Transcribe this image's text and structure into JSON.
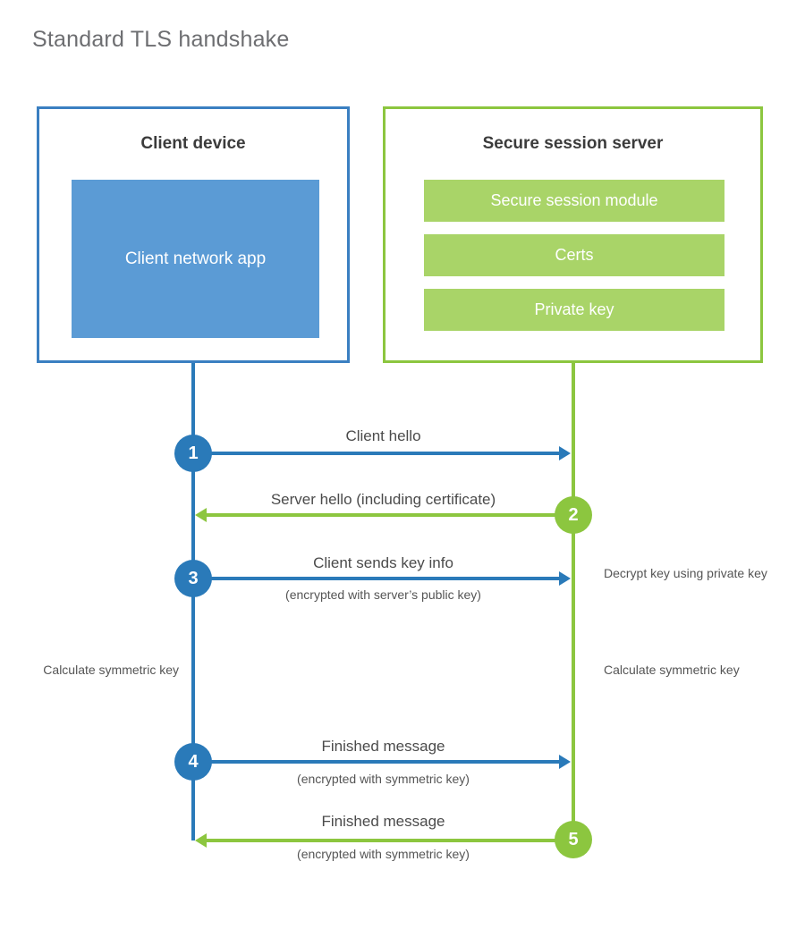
{
  "title": "Standard TLS handshake",
  "colors": {
    "client_accent": "#2a7ab9",
    "client_border": "#3a7fc1",
    "client_fill": "#5b9bd5",
    "server_accent": "#8cc63f",
    "server_fill": "#a9d468",
    "title_text": "#6d6e71",
    "body_text": "#4b4b4b",
    "background": "#ffffff"
  },
  "client": {
    "title": "Client device",
    "app_label": "Client network app"
  },
  "server": {
    "title": "Secure session server",
    "components": [
      {
        "label": "Secure session module"
      },
      {
        "label": "Certs"
      },
      {
        "label": "Private key"
      }
    ]
  },
  "steps": [
    {
      "number": "1",
      "direction": "client-to-server",
      "label": "Client hello",
      "sublabel": ""
    },
    {
      "number": "2",
      "direction": "server-to-client",
      "label": "Server hello (including certificate)",
      "sublabel": ""
    },
    {
      "number": "3",
      "direction": "client-to-server",
      "label": "Client sends key info",
      "sublabel": "(encrypted with server’s public key)"
    },
    {
      "number": "4",
      "direction": "client-to-server",
      "label": "Finished message",
      "sublabel": "(encrypted with symmetric key)"
    },
    {
      "number": "5",
      "direction": "server-to-client",
      "label": "Finished message",
      "sublabel": "(encrypted with symmetric key)"
    }
  ],
  "notes": {
    "decrypt_key": "Decrypt key using private key",
    "calculate_symmetric_key_client": "Calculate symmetric key",
    "calculate_symmetric_key_server": "Calculate symmetric key"
  }
}
